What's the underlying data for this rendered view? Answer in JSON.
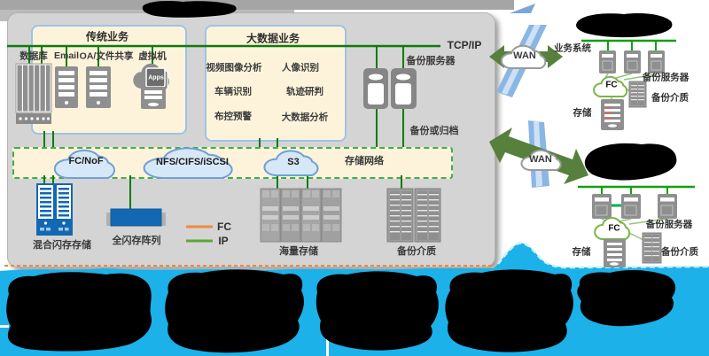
{
  "container": {
    "tcp_ip": "TCP/IP",
    "traditional": {
      "title": "传统业务",
      "items": [
        "数据库",
        "Email",
        "OA/文件共享",
        "虚拟机"
      ],
      "apps_label": "Apps"
    },
    "bigdata": {
      "title": "大数据业务",
      "items": [
        "视频图像分析",
        "人像识别",
        "车辆识别",
        "轨迹研判",
        "布控预警",
        "大数据分析"
      ]
    },
    "backup_server_label": "备份服务器",
    "backup_or_archive": "备份或归档",
    "storage_network": {
      "label": "存储网络",
      "clouds": [
        "FC/NoF",
        "NFS/CIFS/iSCSI",
        "S3"
      ]
    },
    "storage_labels": {
      "hybrid_flash": "混合闪存存储",
      "all_flash": "全闪存阵列",
      "mass_storage": "海量存储",
      "backup_media": "备份介质"
    },
    "legend": {
      "fc": "FC",
      "ip": "IP"
    }
  },
  "wan": {
    "top": "WAN",
    "bottom": "WAN"
  },
  "right_top": {
    "business_system": "业务系统",
    "fc_cloud": "FC",
    "backup_server": "备份服务器",
    "backup_media": "备份介质",
    "storage": "存储"
  },
  "right_mid": {
    "fc_cloud": "FC",
    "backup_server": "备份服务器",
    "backup_media": "备份介质",
    "storage": "存储"
  },
  "colors": {
    "cyan_band": "#1cb1e8",
    "ip_green": "#0b7c0b",
    "fc_orange": "#ef8a3c",
    "light_green_link": "#93c47d",
    "storage_blue": "#1268b2",
    "panel_cream": "#fcf3da",
    "container_grey": "#d4d4d4",
    "wan_arrow_olive": "#56803c",
    "wan_ribbon_blue": "#8ab6e4"
  }
}
